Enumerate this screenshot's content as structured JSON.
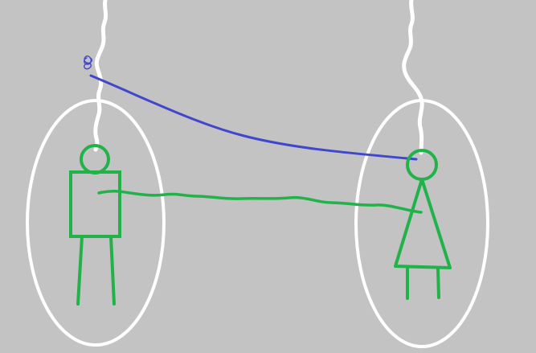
{
  "scene": {
    "background_color": "#c3c3c3",
    "figures": [
      {
        "name": "man",
        "enclosure": "oval",
        "color": "#22b24a"
      },
      {
        "name": "woman",
        "enclosure": "oval",
        "color": "#22b24a"
      }
    ],
    "connections": [
      {
        "name": "blue-line",
        "from": "left-thread-knot",
        "to": "woman-head",
        "color": "#3f47cc"
      },
      {
        "name": "green-wavy-line",
        "from": "man-body",
        "to": "woman-body",
        "color": "#22b24a"
      }
    ],
    "threads": [
      {
        "name": "left-thread",
        "color": "#ffffff"
      },
      {
        "name": "right-thread",
        "color": "#ffffff"
      }
    ],
    "oval_color": "#ffffff"
  }
}
